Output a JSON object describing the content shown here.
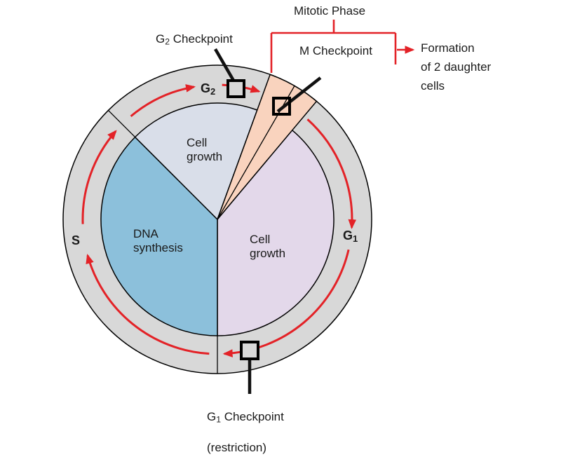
{
  "colors": {
    "ring": "#D8D8D8",
    "cell_growth_g1_fill": "#E3D8EA",
    "dna_synthesis_fill": "#8CC0DB",
    "cell_growth_g2_fill": "#D9DEE9",
    "mitotic_wedge_fill": "#F9D3BE",
    "arrow_red": "#E32227",
    "outline": "#000000"
  },
  "labels": {
    "mitotic_phase": "Mitotic Phase",
    "m_checkpoint": "M Checkpoint",
    "g2_checkpoint": {
      "base": "G",
      "sub": "2",
      "rest": " Checkpoint"
    },
    "g1_checkpoint": {
      "base": "G",
      "sub": "1",
      "rest": " Checkpoint",
      "line2": "(restriction)"
    },
    "formation": "Formation\nof 2 daughter\ncells",
    "ring_g2": {
      "base": "G",
      "sub": "2"
    },
    "ring_g1": {
      "base": "G",
      "sub": "1"
    },
    "ring_s": "S",
    "segment_cell_growth_top": "Cell\ngrowth",
    "segment_dna_synthesis": "DNA\nsynthesis",
    "segment_cell_growth_right": "Cell\ngrowth"
  }
}
